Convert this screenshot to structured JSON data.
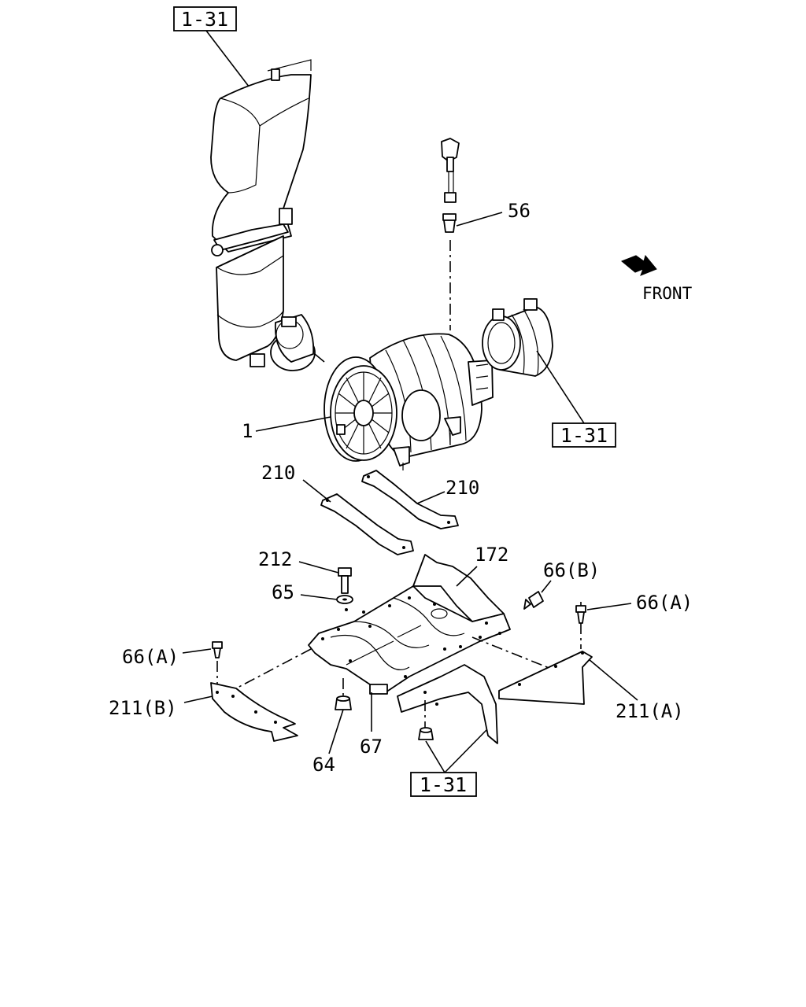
{
  "diagram": {
    "front_label": "FRONT",
    "ref_boxes": [
      "1-31",
      "1-31",
      "1-31"
    ],
    "callouts": {
      "p1": "1",
      "p56": "56",
      "p210_left": "210",
      "p210_right": "210",
      "p212": "212",
      "p65": "65",
      "p172": "172",
      "p66b": "66(B)",
      "p66a_right": "66(A)",
      "p66a_left": "66(A)",
      "p211b": "211(B)",
      "p211a": "211(A)",
      "p64": "64",
      "p67": "67"
    },
    "icons": {
      "front_arrow": "arrow-icon"
    }
  }
}
